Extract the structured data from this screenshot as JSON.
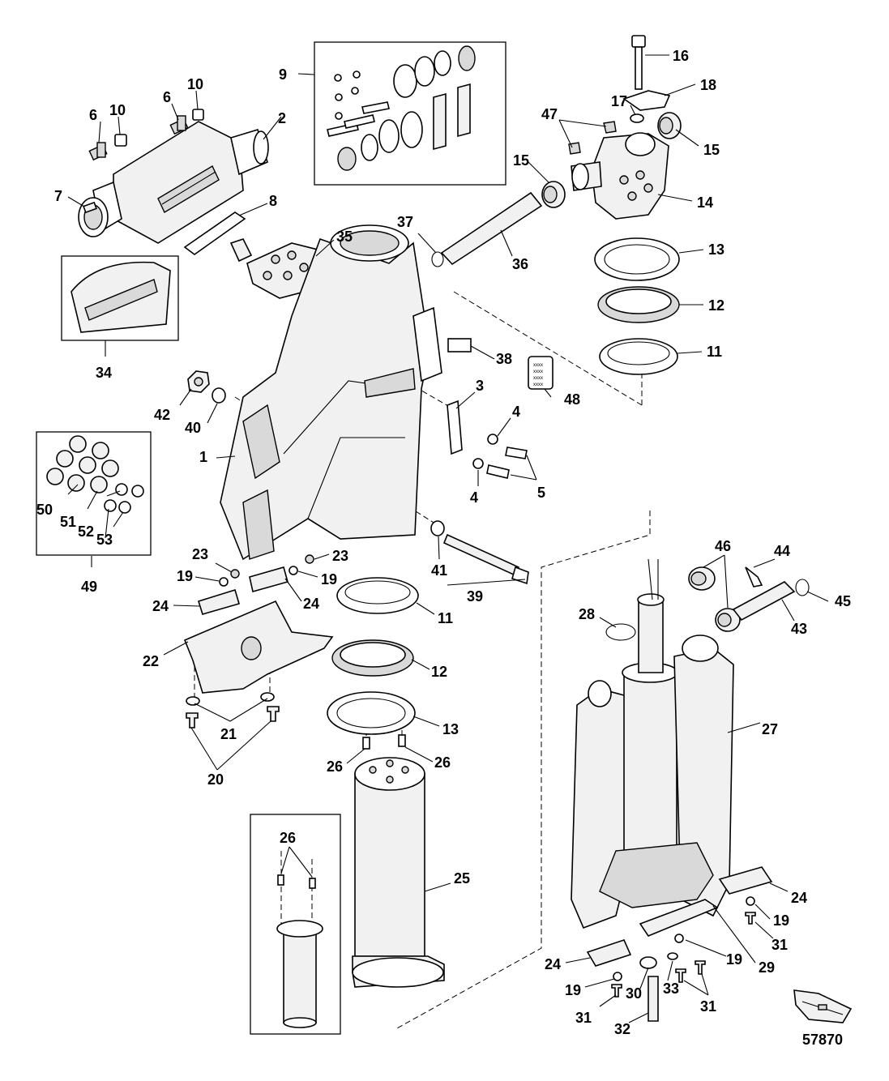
{
  "callouts": {
    "c1": "1",
    "c2": "2",
    "c3": "3",
    "c4a": "4",
    "c4b": "4",
    "c5": "5",
    "c6a": "6",
    "c6b": "6",
    "c7": "7",
    "c8": "8",
    "c9": "9",
    "c10a": "10",
    "c10b": "10",
    "c11a": "11",
    "c11b": "11",
    "c12a": "12",
    "c12b": "12",
    "c13a": "13",
    "c13b": "13",
    "c14": "14",
    "c15a": "15",
    "c15b": "15",
    "c16": "16",
    "c17": "17",
    "c18": "18",
    "c19a": "19",
    "c19b": "19",
    "c19c": "19",
    "c19d": "19",
    "c19e": "19",
    "c20": "20",
    "c21": "21",
    "c22": "22",
    "c23a": "23",
    "c23b": "23",
    "c24a": "24",
    "c24b": "24",
    "c24c": "24",
    "c24d": "24",
    "c25": "25",
    "c26a": "26",
    "c26b": "26",
    "c26c": "26",
    "c27": "27",
    "c28": "28",
    "c29": "29",
    "c30": "30",
    "c31a": "31",
    "c31b": "31",
    "c31c": "31",
    "c32": "32",
    "c33": "33",
    "c34": "34",
    "c35": "35",
    "c36": "36",
    "c37": "37",
    "c38": "38",
    "c39": "39",
    "c40": "40",
    "c41": "41",
    "c42": "42",
    "c43": "43",
    "c44": "44",
    "c45": "45",
    "c46": "46",
    "c47": "47",
    "c48": "48",
    "c49": "49",
    "c50": "50",
    "c51": "51",
    "c52": "52",
    "c53": "53"
  },
  "decal_text": [
    "xxxx",
    "xxxx",
    "xxxx",
    "xxxx"
  ],
  "figure_number": "57870",
  "colors": {
    "line": "#000000",
    "background": "#ffffff",
    "shade": "#d9d9d9"
  }
}
